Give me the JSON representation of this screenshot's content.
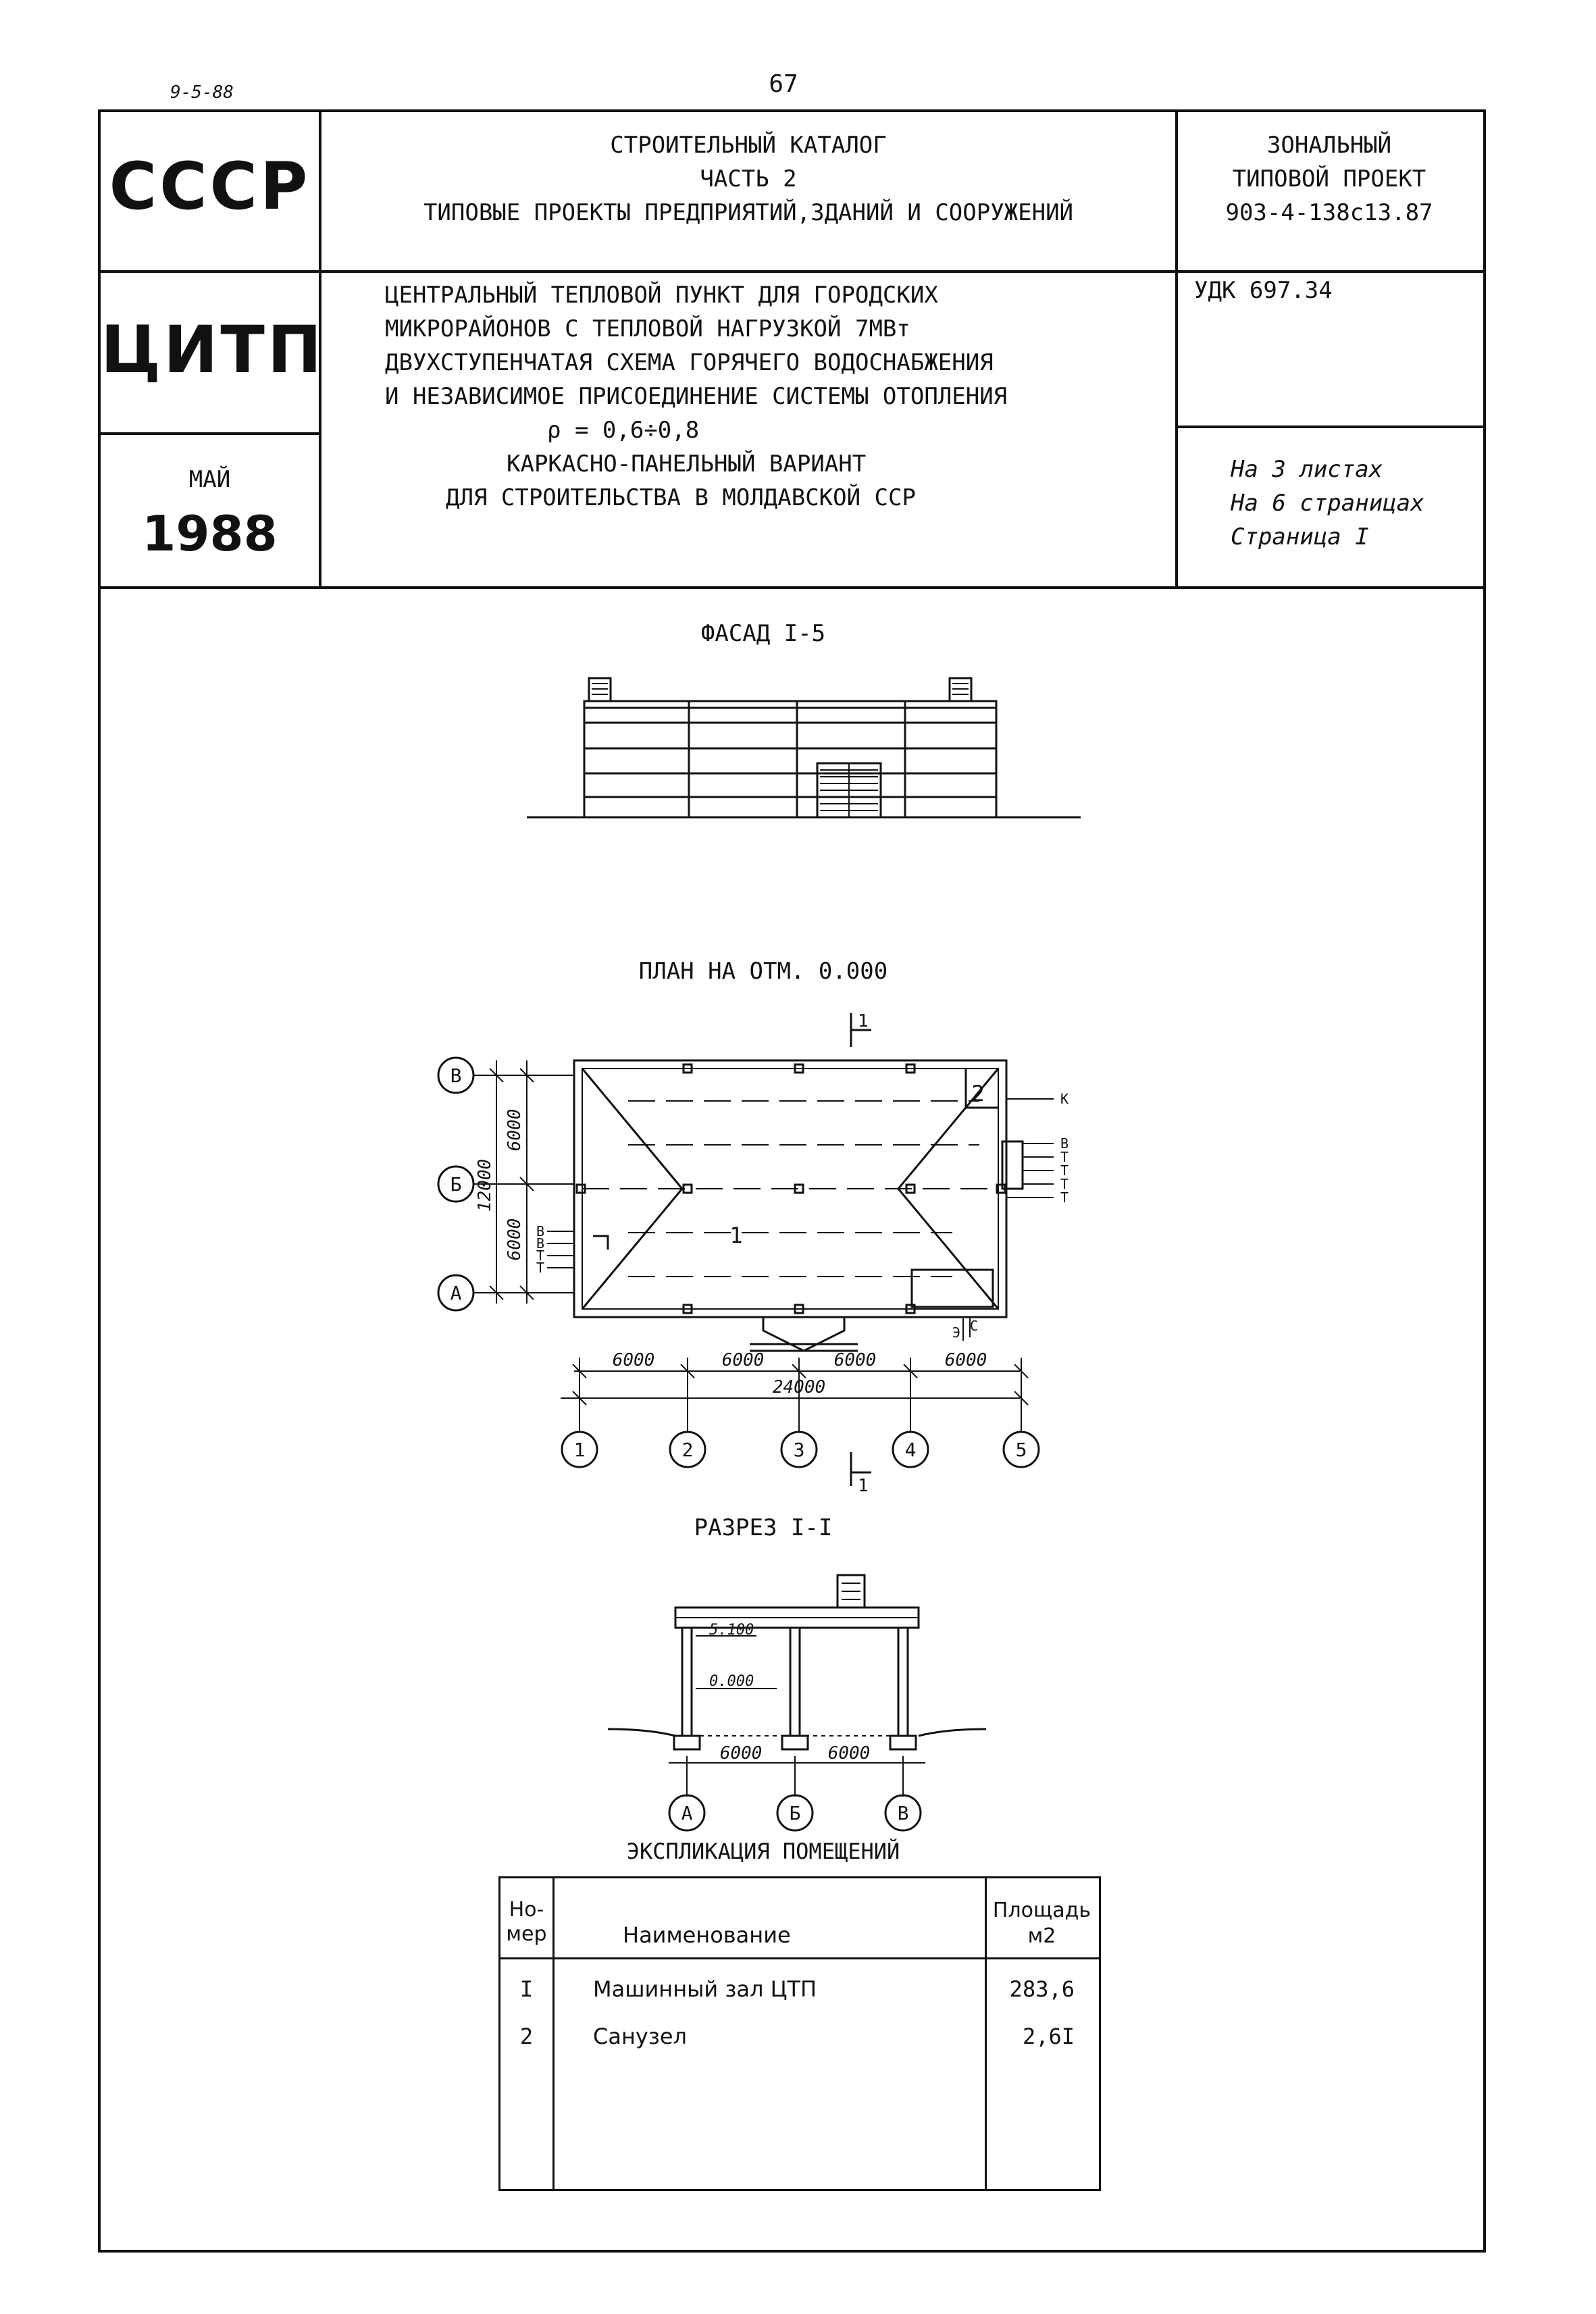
{
  "doc_code": "9-5-88",
  "page_number": "67",
  "header": {
    "country": "СССР",
    "catalog": [
      "СТРОИТЕЛЬНЫЙ КАТАЛОГ",
      "ЧАСТЬ 2",
      "ТИПОВЫЕ ПРОЕКТЫ ПРЕДПРИЯТИЙ,ЗДАНИЙ И СООРУЖЕНИЙ"
    ],
    "project_type": [
      "ЗОНАЛЬНЫЙ",
      "ТИПОВОЙ ПРОЕКТ"
    ],
    "project_code": "903-4-138с13.87",
    "abbr": "ЦИТП",
    "description": [
      "ЦЕНТРАЛЬНЫЙ ТЕПЛОВОЙ ПУНКТ ДЛЯ ГОРОДСКИХ",
      "МИКРОРАЙОНОВ С ТЕПЛОВОЙ НАГРУЗКОЙ 7МВт",
      "ДВУХСТУПЕНЧАТАЯ СХЕМА ГОРЯЧЕГО ВОДОСНАБЖЕНИЯ",
      "И НЕЗАВИСИМОЕ ПРИСОЕДИНЕНИЕ СИСТЕМЫ ОТОПЛЕНИЯ",
      "ρ = 0,6÷0,8",
      "КАРКАСНО-ПАНЕЛЬНЫЙ ВАРИАНТ",
      "ДЛЯ СТРОИТЕЛЬСТВА В МОЛДАВСКОЙ ССР"
    ],
    "udk": "УДК 697.34",
    "month": "МАЙ",
    "year": "1988",
    "sheets": [
      "На 3 листах",
      "На 6 страницах",
      "Страница I"
    ]
  },
  "facade": {
    "title": "ФАСАД I-5"
  },
  "plan": {
    "title": "ПЛАН НА ОТМ. 0.000",
    "axes_letters": [
      "В",
      "Б",
      "А"
    ],
    "axes_numbers": [
      "1",
      "2",
      "3",
      "4",
      "5"
    ],
    "dims_x": [
      "6000",
      "6000",
      "6000",
      "6000"
    ],
    "dim_total": "24000",
    "dims_y": [
      "12000",
      "6000",
      "6000"
    ],
    "room_labels": [
      "1",
      "2"
    ],
    "pipe_labels_right": [
      "К",
      "В",
      "Т",
      "Т",
      "Т",
      "Т"
    ],
    "pipe_labels_left": [
      "В",
      "В",
      "Т",
      "Т"
    ],
    "pipe_labels_bottom": [
      "Э",
      "С"
    ],
    "section_mark": "1"
  },
  "section": {
    "title": "РАЗРЕЗ I-I",
    "level_top": "5.100",
    "level_zero": "0.000",
    "dims": [
      "6000",
      "6000"
    ],
    "axes": [
      "А",
      "Б",
      "В"
    ]
  },
  "explication": {
    "title": "ЭКСПЛИКАЦИЯ ПОМЕЩЕНИЙ",
    "col_num": [
      "Но-",
      "мер"
    ],
    "col_name": "Наименование",
    "col_area": [
      "Площадь",
      "м2"
    ],
    "rows": [
      {
        "num": "I",
        "name": "Машинный зал ЦТП",
        "area": "283,6"
      },
      {
        "num": "2",
        "name": "Санузел",
        "area": "2,6I"
      }
    ]
  }
}
